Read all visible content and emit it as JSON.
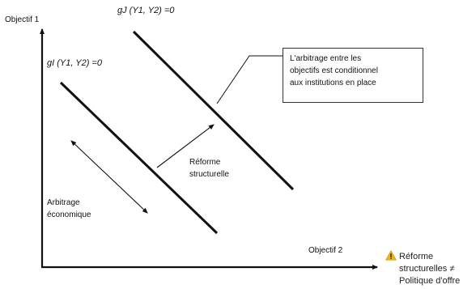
{
  "axes": {
    "y_label": "Objectif 1",
    "x_label": "Objectif 2"
  },
  "curves": {
    "outer_label": "gJ (Y1, Y2) =0",
    "inner_label": "gI (Y1, Y2) =0"
  },
  "reform": {
    "line1": "Réforme",
    "line2": "structurelle"
  },
  "arbitrage": {
    "line1": "Arbitrage",
    "line2": "économique"
  },
  "callout": {
    "line1": "L'arbitrage entre les",
    "line2": "objectifs est conditionnel",
    "line3": "aux institutions en place"
  },
  "note": {
    "icon": "warning-icon",
    "icon_color": "#f2b600",
    "line1": "Réforme",
    "line2": "structurelles ≠",
    "line3": "Politique d'offre"
  }
}
